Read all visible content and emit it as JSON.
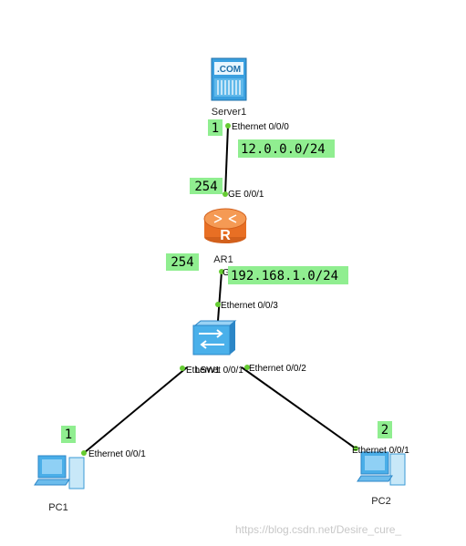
{
  "devices": {
    "server": {
      "name": "Server1",
      "icon": "server-com-icon",
      "screen_text": ".COM"
    },
    "router": {
      "name": "AR1",
      "icon": "router-icon",
      "glyph": "R"
    },
    "switch": {
      "name": "LSW1",
      "icon": "switch-icon"
    },
    "pc1": {
      "name": "PC1",
      "icon": "pc-icon"
    },
    "pc2": {
      "name": "PC2",
      "icon": "pc-icon"
    }
  },
  "ports": {
    "server_eth": "Ethernet 0/0/0",
    "router_ge1": "GE 0/0/1",
    "router_ge0": "GE 0/0/0",
    "switch_eth3": "Ethernet 0/0/3",
    "switch_eth1": "Ethernet 0/0/1",
    "switch_eth2": "Ethernet 0/0/2",
    "pc1_eth": "Ethernet 0/0/1",
    "pc2_eth": "Ethernet 0/0/1"
  },
  "badges": {
    "server_host": "1",
    "router_top": "254",
    "router_bottom": "254",
    "pc1_host": "1",
    "pc2_host": "2"
  },
  "networks": {
    "top": "12.0.0.0/24",
    "bottom": "192.168.1.0/24"
  },
  "watermark": "https://blog.csdn.net/Desire_cure_",
  "colors": {
    "badge_fill": "#90ee90",
    "link": "#000000",
    "port_dot": "#66cc33",
    "router": "#f07a2a",
    "device_blue": "#3aa0e0"
  }
}
